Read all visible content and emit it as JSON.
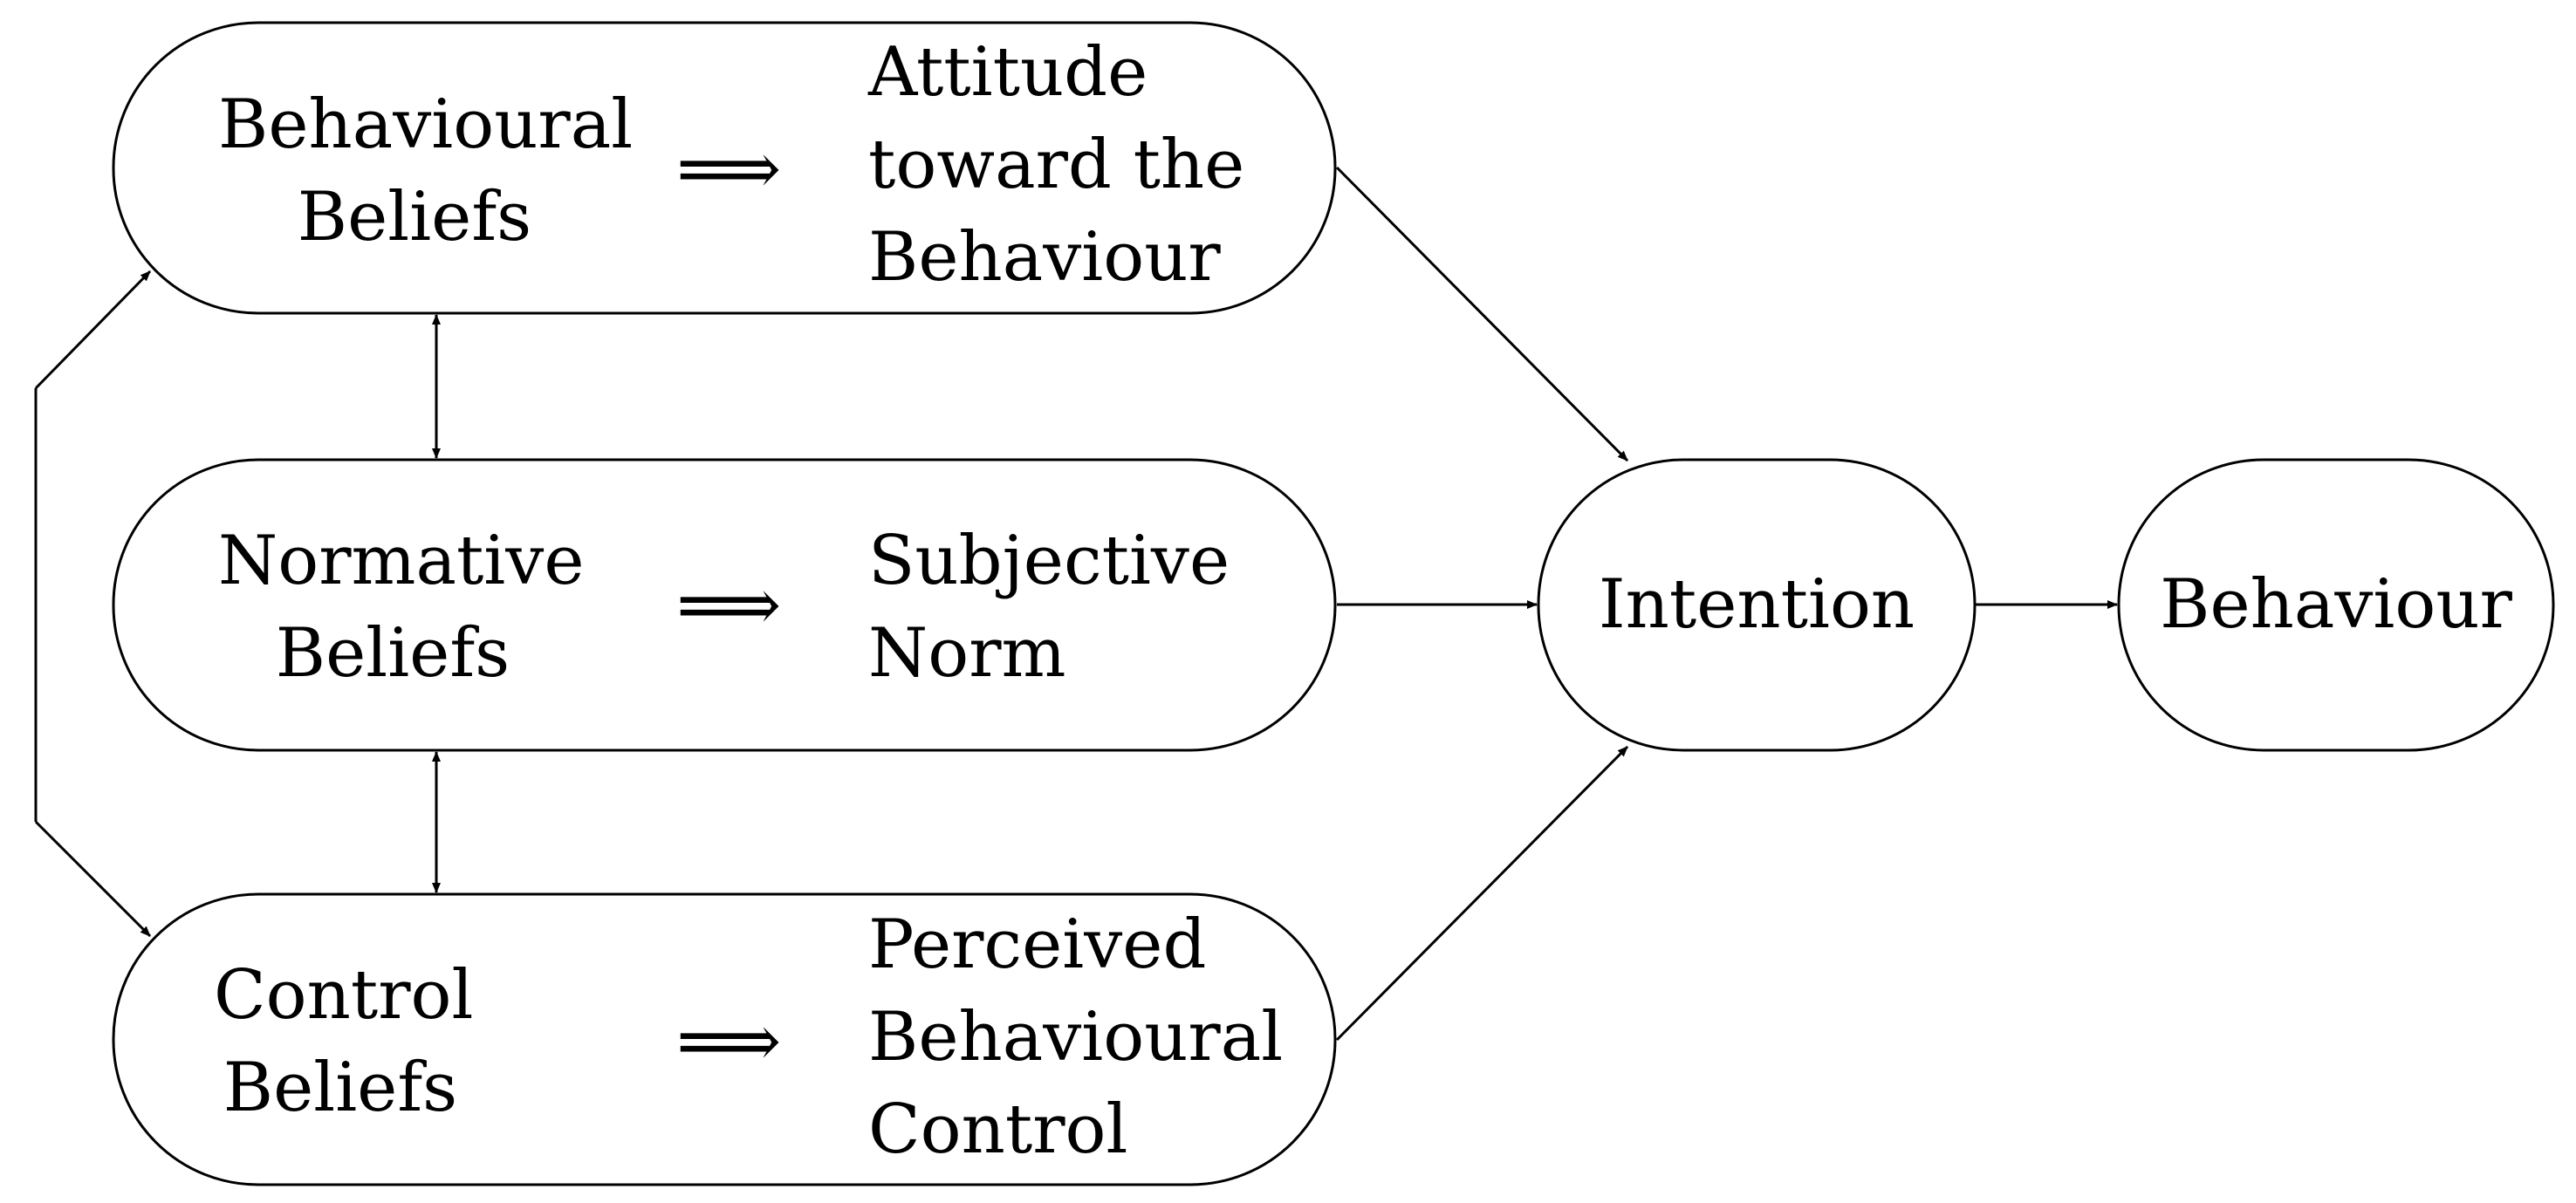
{
  "nodes": {
    "behavioural_beliefs": {
      "line1": "Behavioural",
      "line2": "Beliefs"
    },
    "attitude": {
      "line1": "Attitude",
      "line2": "toward the",
      "line3": "Behaviour"
    },
    "normative_beliefs": {
      "line1": "Normative",
      "line2": "Beliefs"
    },
    "subjective_norm": {
      "line1": "Subjective",
      "line2": "Norm"
    },
    "control_beliefs": {
      "line1": "Control",
      "line2": "Beliefs"
    },
    "perceived_control": {
      "line1": "Perceived",
      "line2": "Behavioural",
      "line3": "Control"
    },
    "intention": {
      "label": "Intention"
    },
    "behaviour": {
      "label": "Behaviour"
    }
  },
  "implies_symbol": "⟹",
  "colors": {
    "stroke": "#000000",
    "background": "#ffffff"
  }
}
